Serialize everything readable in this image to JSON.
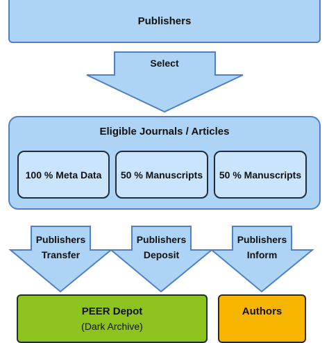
{
  "publishers": {
    "label": "Publishers"
  },
  "select_arrow": {
    "label": "Select"
  },
  "eligible": {
    "title": "Eligible Journals / Articles",
    "items": [
      "100 % Meta Data",
      "50 % Manuscripts",
      "50 % Manuscripts"
    ]
  },
  "flows": [
    {
      "line1": "Publishers",
      "line2": "Transfer"
    },
    {
      "line1": "Publishers",
      "line2": "Deposit"
    },
    {
      "line1": "Publishers",
      "line2": "Inform"
    }
  ],
  "targets": {
    "peer_depot": {
      "title": "PEER Depot",
      "subtitle": "(Dark Archive)"
    },
    "authors": {
      "title": "Authors"
    }
  },
  "colors": {
    "blue_fill": "#aed4f5",
    "blue_border": "#4f7fc4",
    "green": "#8dc21f",
    "orange": "#f7b500"
  }
}
